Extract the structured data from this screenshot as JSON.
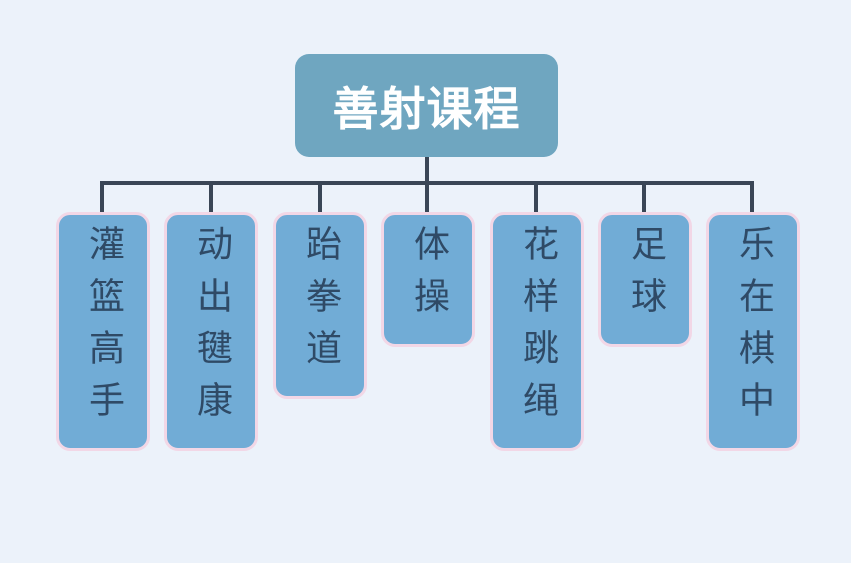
{
  "root": {
    "title": "善射课程"
  },
  "colors": {
    "background": "#ecf2fa",
    "root_fill": "#6fa6c0",
    "node_fill": "#71acd6",
    "node_border": "#f2d7e6",
    "connector": "#3a4656",
    "node_text": "#2f4a66"
  },
  "children": [
    {
      "label": "灌篮高手",
      "chars": [
        "灌",
        "篮",
        "高",
        "手"
      ]
    },
    {
      "label": "动出毽康",
      "chars": [
        "动",
        "出",
        "毽",
        "康"
      ]
    },
    {
      "label": "跆拳道",
      "chars": [
        "跆",
        "拳",
        "道"
      ]
    },
    {
      "label": "体操",
      "chars": [
        "体",
        "操"
      ]
    },
    {
      "label": "花样跳绳",
      "chars": [
        "花",
        "样",
        "跳",
        "绳"
      ]
    },
    {
      "label": "足球",
      "chars": [
        "足",
        "球"
      ]
    },
    {
      "label": "乐在棋中",
      "chars": [
        "乐",
        "在",
        "棋",
        "中"
      ]
    }
  ]
}
